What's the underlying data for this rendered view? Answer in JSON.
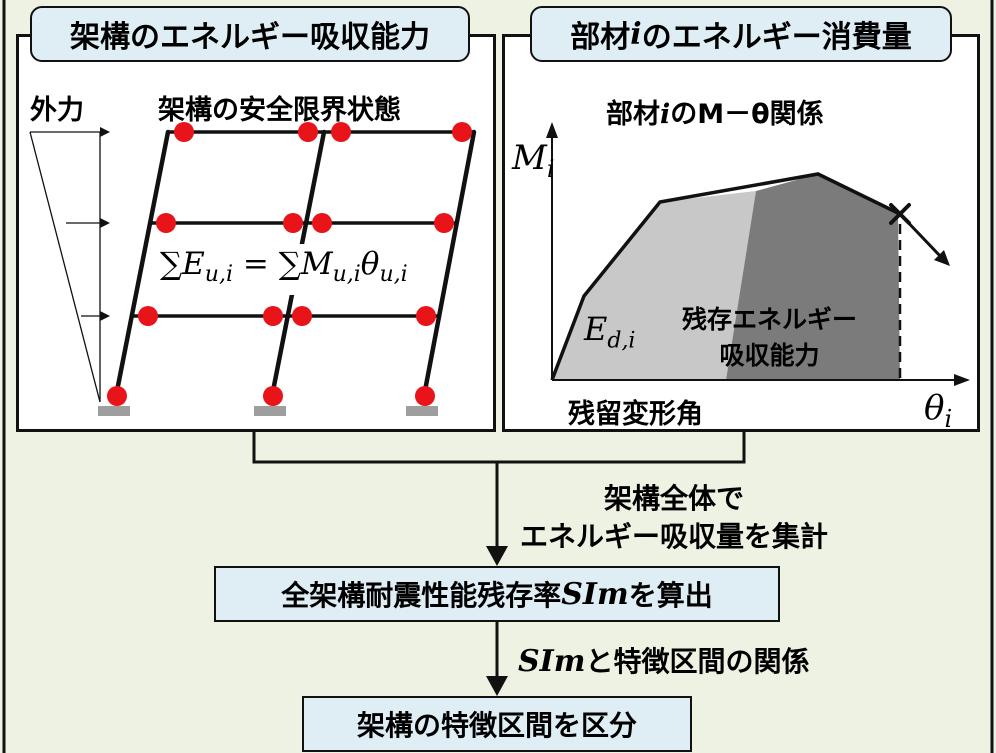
{
  "left_panel": {
    "title": "架構のエネルギー吸収能力",
    "label_force": "外力",
    "label_state": "架構の安全限界状態",
    "formula": {
      "sum1": "∑",
      "e": "E",
      "e_sub": "u,i",
      "eq": "=",
      "sum2": "∑",
      "m": "M",
      "m_sub": "u,i",
      "theta": "θ",
      "theta_sub": "u,i"
    }
  },
  "right_panel": {
    "title_pre": "部材",
    "title_i": "i",
    "title_post": "のエネルギー消費量",
    "chart_title_pre": "部材",
    "chart_title_i": "i",
    "chart_title_post": "のM－θ関係",
    "y_axis_main": "M",
    "y_axis_sub": "i",
    "x_axis_main": "θ",
    "x_axis_sub": "i",
    "ed_main": "E",
    "ed_sub": "d,i",
    "residual_line1": "残存エネルギー",
    "residual_line2": "吸収能力",
    "residual_angle": "残留変形角"
  },
  "flow": {
    "aggregate_line1": "架構全体で",
    "aggregate_line2": "エネルギー吸収量を集計",
    "step1_pre": "全架構耐震性能残存率",
    "step1_sim": "SIm",
    "step1_post": "を算出",
    "relation_sim": "SIm",
    "relation_post": "と特徴区間の関係",
    "step2": "架構の特徴区間を区分"
  },
  "colors": {
    "background": "#eef2e3",
    "box_fill": "#dfeef5",
    "hinge": "#e8141a",
    "support": "#9e9e9e",
    "area_light": "#c8c8c8",
    "area_dark": "#7b7b7b"
  }
}
